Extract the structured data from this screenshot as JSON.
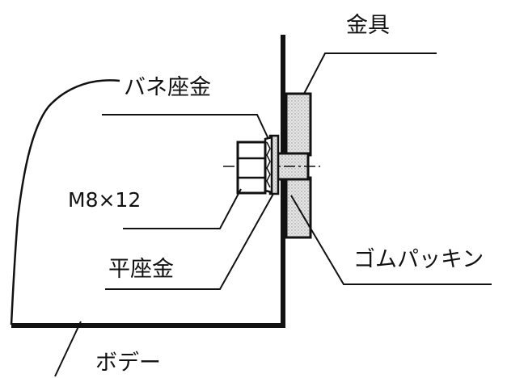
{
  "labels": {
    "bracket": "金具",
    "spring_washer": "バネ座金",
    "bolt_spec": "M8×12",
    "flat_washer": "平座金",
    "rubber_packing": "ゴムパッキン",
    "body": "ボデー"
  },
  "colors": {
    "line": "#111111",
    "hatch": "#8a8a8a",
    "fill_light": "#e4e4e4",
    "background": "#ffffff"
  }
}
